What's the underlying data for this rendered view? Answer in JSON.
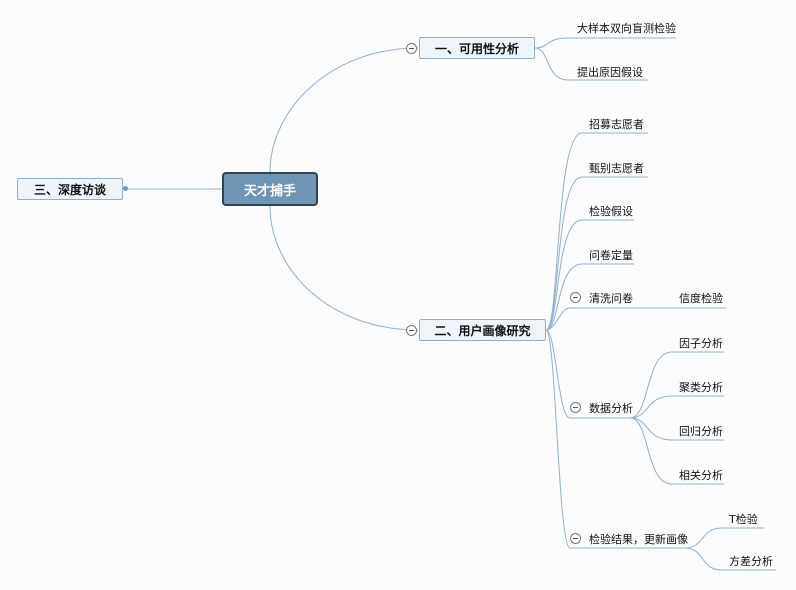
{
  "root": {
    "label": "天才捕手"
  },
  "branches": {
    "usability": {
      "label": "一、可用性分析",
      "children": [
        "大样本双向盲测检验",
        "提出原因假设"
      ]
    },
    "persona": {
      "label": "二、用户画像研究",
      "children": {
        "recruit": "招募志愿者",
        "screen": "甄别志愿者",
        "verify": "检验假设",
        "quant": "问卷定量",
        "clean": {
          "label": "清洗问卷",
          "children": [
            "信度检验"
          ]
        },
        "analysis": {
          "label": "数据分析",
          "children": [
            "因子分析",
            "聚类分析",
            "回归分析",
            "相关分析"
          ]
        },
        "result": {
          "label": "检验结果，更新画像",
          "children": [
            "T检验",
            "方差分析"
          ]
        }
      }
    },
    "interview": {
      "label": "三、深度访谈"
    }
  }
}
